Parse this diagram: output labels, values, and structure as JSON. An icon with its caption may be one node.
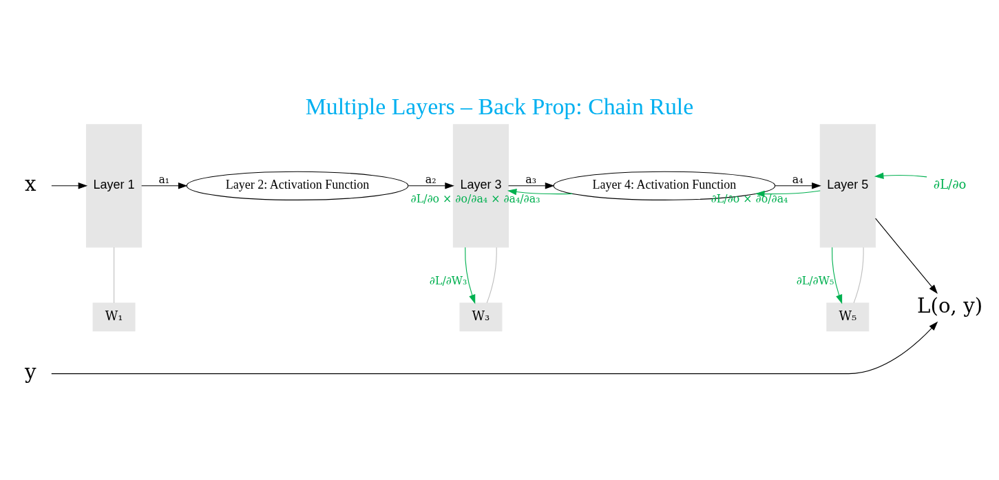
{
  "diagram": {
    "title": "Multiple Layers – Back Prop: Chain Rule",
    "nodes": [
      {
        "text": [
          "x"
        ]
      },
      {
        "text": [
          "Layer 1"
        ]
      },
      {
        "text": [
          "Layer 2: Activation Function"
        ]
      },
      {
        "text": [
          "Layer 3"
        ]
      },
      {
        "text": [
          "Layer 4: Activation Function"
        ]
      },
      {
        "text": [
          "Layer 5"
        ]
      },
      {
        "text": [
          "L(o, y)"
        ]
      },
      {
        "text": [
          "y"
        ]
      },
      {
        "text": [
          "W₁"
        ]
      },
      {
        "text": [
          "W₃"
        ]
      },
      {
        "text": [
          "W₅"
        ]
      },
      {
        "text": [
          "∂L/∂o"
        ]
      }
    ],
    "edges": [
      {
        "from": 0,
        "to": 1,
        "arrow": "to"
      },
      {
        "from": 1,
        "to": 2,
        "arrow": "to",
        "label": "a₁"
      },
      {
        "from": 2,
        "to": 3,
        "arrow": "to",
        "label": "a₂"
      },
      {
        "from": 3,
        "to": 4,
        "arrow": "to",
        "label": "a₃"
      },
      {
        "from": 4,
        "to": 5,
        "arrow": "to",
        "label": "a₄"
      },
      {
        "from": 5,
        "to": 6,
        "arrow": "to"
      },
      {
        "from": 7,
        "to": 6,
        "arrow": "to"
      },
      {
        "from": 1,
        "to": 8,
        "arrow": "none",
        "color": "#bfbfbf"
      },
      {
        "from": 3,
        "to": 9,
        "arrow": "none",
        "color": "#bfbfbf"
      },
      {
        "from": 5,
        "to": 10,
        "arrow": "none",
        "color": "#bfbfbf"
      },
      {
        "from": 11,
        "to": 5,
        "arrow": "to",
        "color": "#00b050"
      },
      {
        "from": 5,
        "to": 4,
        "arrow": "to",
        "color": "#00b050",
        "label": "∂L/∂o × ∂o/∂a₄"
      },
      {
        "from": 4,
        "to": 3,
        "arrow": "to",
        "color": "#00b050",
        "label": "∂L/∂o × ∂o/∂a₄ × ∂a₄/∂a₃"
      },
      {
        "from": 3,
        "to": 9,
        "arrow": "to",
        "color": "#00b050",
        "label": "∂L/∂W₃"
      },
      {
        "from": 5,
        "to": 10,
        "arrow": "to",
        "color": "#00b050",
        "label": "∂L/∂W₅"
      }
    ]
  }
}
